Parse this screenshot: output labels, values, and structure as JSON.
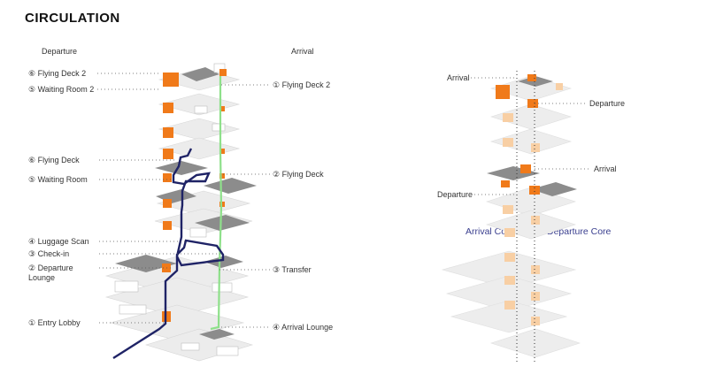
{
  "title": "CIRCULATION",
  "headers": {
    "departure": "Departure",
    "arrival": "Arrival"
  },
  "departure_labels": [
    {
      "id": "flying-deck-2",
      "text": "⑥ Flying Deck 2"
    },
    {
      "id": "waiting-room-2",
      "text": "⑤ Waiting Room 2"
    },
    {
      "id": "flying-deck",
      "text": "⑥ Flying Deck"
    },
    {
      "id": "waiting-room",
      "text": "⑤ Waiting Room"
    },
    {
      "id": "luggage-scan",
      "text": "④ Luggage Scan"
    },
    {
      "id": "check-in",
      "text": "③ Check-in"
    },
    {
      "id": "departure-lounge",
      "text": "② Departure Lounge"
    },
    {
      "id": "entry-lobby",
      "text": "① Entry Lobby"
    }
  ],
  "arrival_labels": [
    {
      "id": "flying-deck-2",
      "text": "① Flying Deck 2"
    },
    {
      "id": "flying-deck",
      "text": "② Flying Deck"
    },
    {
      "id": "transfer",
      "text": "③ Transfer"
    },
    {
      "id": "arrival-lounge",
      "text": "④ Arrival Lounge"
    }
  ],
  "core_labels": {
    "arrival_top": "Arrival",
    "departure_upper": "Departure",
    "arrival_mid": "Arrival",
    "departure_mid": "Departure",
    "arrival_core": "Arrival Core",
    "departure_core": "Departure Core"
  },
  "colors": {
    "orange": "#f07a1a",
    "light_orange": "#f8cfa4",
    "gray": "#8c8c8c",
    "light_gray": "#e4e4e4",
    "navy": "#1f2366",
    "green": "#8ee08a",
    "core_text": "#3a3f8f"
  }
}
